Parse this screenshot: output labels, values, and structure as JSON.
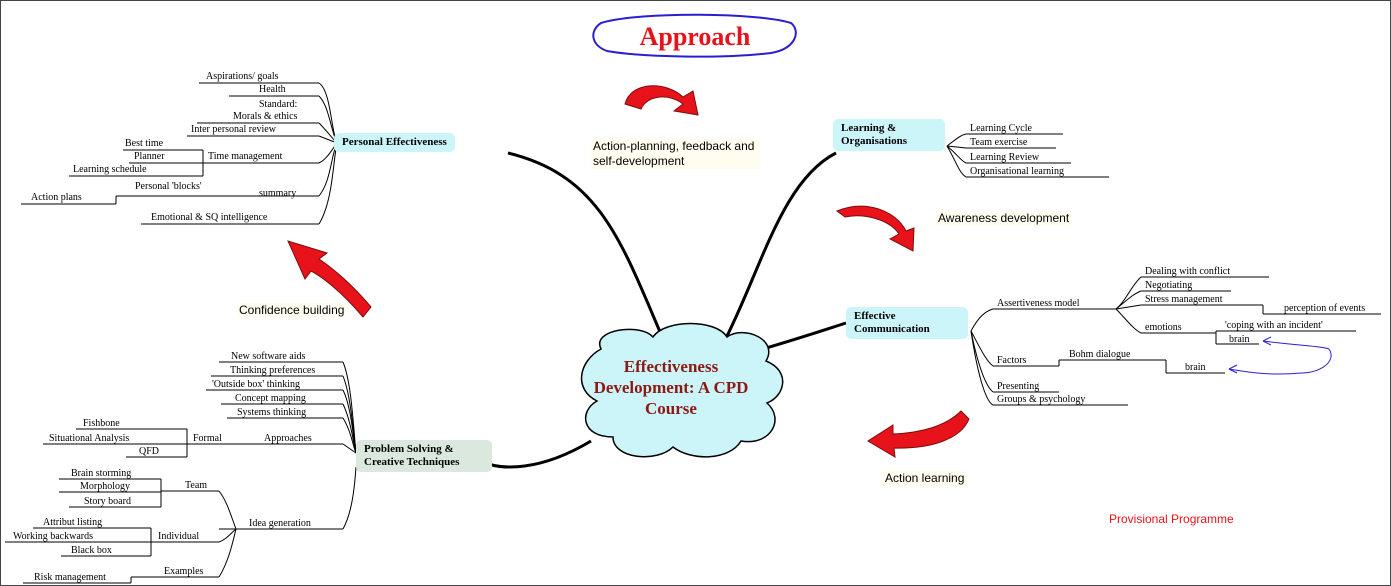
{
  "header": "Approach",
  "center": "Effectiveness Development: A CPD Course",
  "footer_note": "Provisional Programme",
  "notes": {
    "action_planning": "Action-planning, feedback and self-development",
    "awareness": "Awareness development",
    "confidence": "Confidence building",
    "action_learning": "Action learning"
  },
  "branches": {
    "personal": {
      "title": "Personal Effectiveness",
      "items": {
        "aspirations": "Aspirations/ goals",
        "health": "Health",
        "standard": "Standard:",
        "morals": "Morals & ethics",
        "review": "Inter personal review",
        "time": "Time management",
        "best_time": "Best time",
        "planner": "Planner",
        "learning_schedule": "Learning schedule",
        "summary": "summary",
        "blocks": "Personal 'blocks'",
        "action_plans": "Action plans",
        "emotional": "Emotional & SQ intelligence"
      }
    },
    "learning": {
      "title": "Learning & Organisations",
      "items": [
        "Learning Cycle",
        "Team exercise",
        "Learning Review",
        "Organisational learning"
      ]
    },
    "communication": {
      "title": "Effective Communication",
      "assertiveness": "Assertiveness model",
      "conflict": "Dealing with conflict",
      "negotiating": "Negotiating",
      "stress": "Stress management",
      "perception": "perception of events",
      "emotions": "emotions",
      "coping": "'coping with an incident'",
      "brain1": "brain",
      "factors": "Factors",
      "bohm": "Bohm dialogue",
      "brain2": "brain",
      "presenting": "Presenting",
      "groups": "Groups & psychology"
    },
    "problem": {
      "title": "Problem Solving & Creative Techniques",
      "software": "New software aids",
      "thinking": "Thinking preferences",
      "outside": "'Outside box' thinking",
      "concept": "Concept mapping",
      "systems": "Systems thinking",
      "approaches": "Approaches",
      "formal": "Formal",
      "fishbone": "Fishbone",
      "situational": "Situational Analysis",
      "qfd": "QFD",
      "idea": "Idea generation",
      "team": "Team",
      "brainstorming": "Brain storming",
      "morphology": "Morphology",
      "storyboard": "Story board",
      "individual": "Individual",
      "attribut": "Attribut listing",
      "backwards": "Working backwards",
      "blackbox": "Black box",
      "examples": "Examples",
      "risk": "Risk management"
    }
  },
  "colors": {
    "accent_red": "#e8121a",
    "center_text": "#8b1a14",
    "oval_blue": "#2a1fd0",
    "cloud_fill": "#ccf5fa",
    "topic_cyan": "#ccf5fa",
    "topic_green": "#dbe8de"
  }
}
